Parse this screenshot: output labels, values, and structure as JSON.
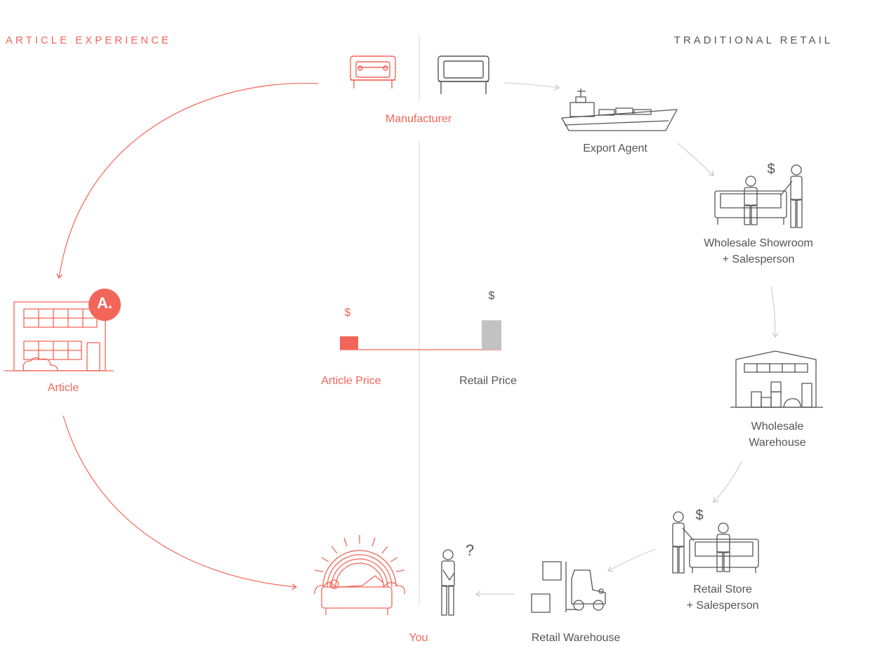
{
  "headers": {
    "article": "ARTICLE EXPERIENCE",
    "traditional": "TRADITIONAL RETAIL"
  },
  "nodes": {
    "manufacturer": "Manufacturer",
    "export_agent": "Export Agent",
    "wholesale_showroom": [
      "Wholesale Showroom",
      "+ Salesperson"
    ],
    "wholesale_warehouse": [
      "Wholesale",
      "Warehouse"
    ],
    "retail_store": [
      "Retail Store",
      "+ Salesperson"
    ],
    "retail_warehouse": "Retail Warehouse",
    "you": "You",
    "article": "Article"
  },
  "badge": "A.",
  "prices": {
    "article_label": "Article Price",
    "retail_label": "Retail Price",
    "currency": "$",
    "article_value": 1,
    "retail_value": 2.2
  },
  "symbols": {
    "dollar": "$",
    "question": "?"
  },
  "colors": {
    "accent": "#f26659",
    "line_grey": "#555555",
    "arrow_grey": "#d0d0d0",
    "bar_grey": "#c2c2c2"
  }
}
